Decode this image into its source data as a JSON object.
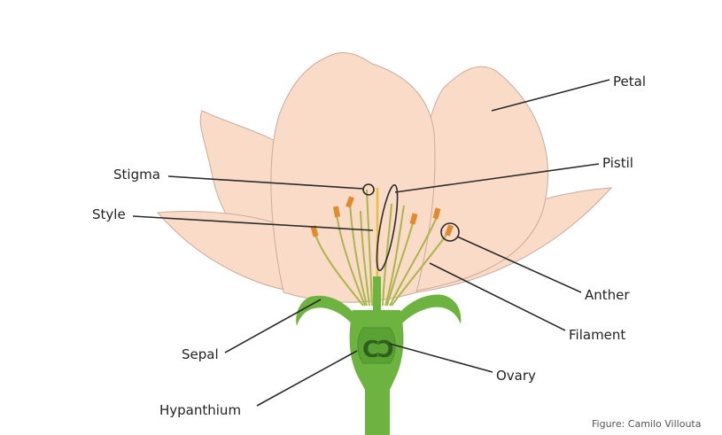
{
  "labels": {
    "petal": "Petal",
    "pistil": "Pistil",
    "stigma": "Stigma",
    "style": "Style",
    "anther": "Anther",
    "filament": "Filament",
    "sepal": "Sepal",
    "ovary": "Ovary",
    "hypanthium": "Hypanthium"
  },
  "credit": "Figure: Camilo Villouta",
  "colors": {
    "petal": "#fadbc8",
    "green": "#6cb33f",
    "anther": "#e08a2e",
    "filament": "#a9b64a"
  }
}
